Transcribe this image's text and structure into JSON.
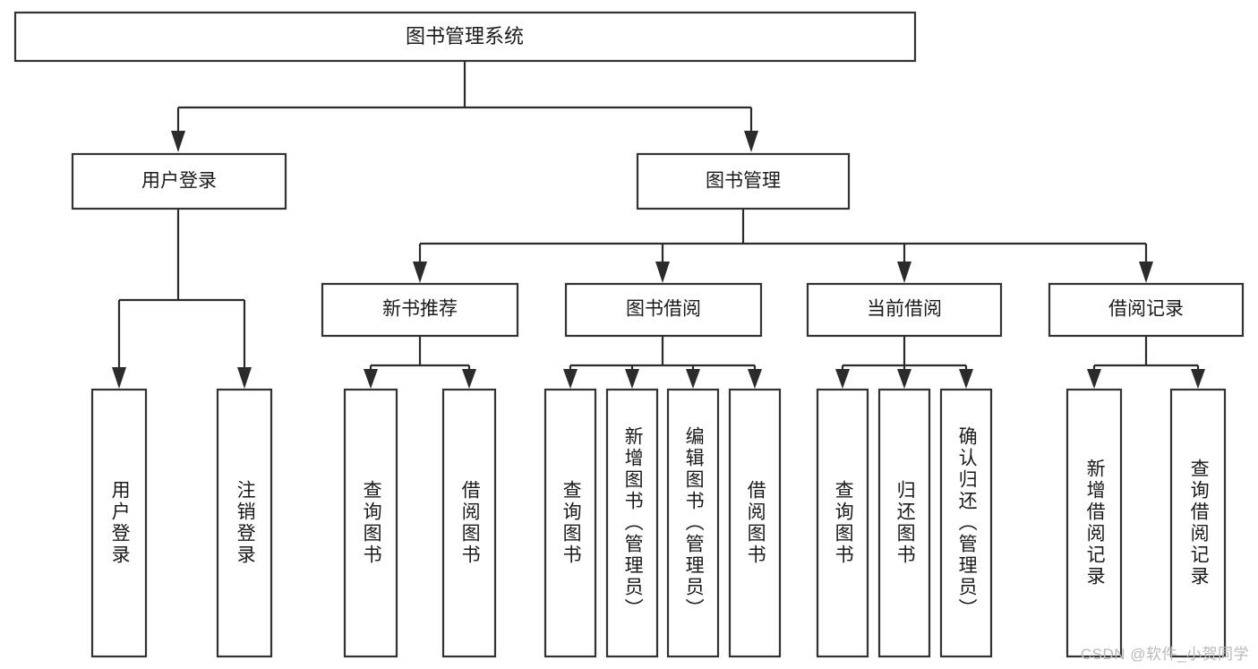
{
  "diagram": {
    "type": "tree-flowchart",
    "title_node": {
      "id": "root",
      "label": "图书管理系统"
    },
    "level1": [
      {
        "id": "user-login",
        "label": "用户登录"
      },
      {
        "id": "book-manage",
        "label": "图书管理"
      }
    ],
    "level2": [
      {
        "id": "new-book-recommend",
        "label": "新书推荐",
        "parent": "book-manage"
      },
      {
        "id": "book-borrow",
        "label": "图书借阅",
        "parent": "book-manage"
      },
      {
        "id": "current-borrow",
        "label": "当前借阅",
        "parent": "book-manage"
      },
      {
        "id": "borrow-record",
        "label": "借阅记录",
        "parent": "book-manage"
      }
    ],
    "leaves": [
      {
        "id": "leaf-user-login",
        "label": "用户登录",
        "parent": "user-login"
      },
      {
        "id": "leaf-logout-login",
        "label": "注销登录",
        "parent": "user-login"
      },
      {
        "id": "leaf-query-book-1",
        "label": "查询图书",
        "parent": "new-book-recommend"
      },
      {
        "id": "leaf-borrow-book-1",
        "label": "借阅图书",
        "parent": "new-book-recommend"
      },
      {
        "id": "leaf-query-book-2",
        "label": "查询图书",
        "parent": "book-borrow"
      },
      {
        "id": "leaf-add-book-admin",
        "label": "新增图书（管理员）",
        "parent": "book-borrow"
      },
      {
        "id": "leaf-edit-book-admin",
        "label": "编辑图书（管理员）",
        "parent": "book-borrow"
      },
      {
        "id": "leaf-borrow-book-2",
        "label": "借阅图书",
        "parent": "book-borrow"
      },
      {
        "id": "leaf-query-book-3",
        "label": "查询图书",
        "parent": "current-borrow"
      },
      {
        "id": "leaf-return-book",
        "label": "归还图书",
        "parent": "current-borrow"
      },
      {
        "id": "leaf-confirm-return-admin",
        "label": "确认归还（管理员）",
        "parent": "current-borrow"
      },
      {
        "id": "leaf-add-borrow-record",
        "label": "新增借阅记录",
        "parent": "borrow-record"
      },
      {
        "id": "leaf-query-borrow-record",
        "label": "查询借阅记录",
        "parent": "borrow-record"
      }
    ]
  },
  "watermark": {
    "text": "CSDN @软件_小贺同学"
  },
  "colors": {
    "stroke": "#333333",
    "text": "#1a1a1a",
    "background": "#ffffff",
    "watermark": "#b9b9b9"
  }
}
